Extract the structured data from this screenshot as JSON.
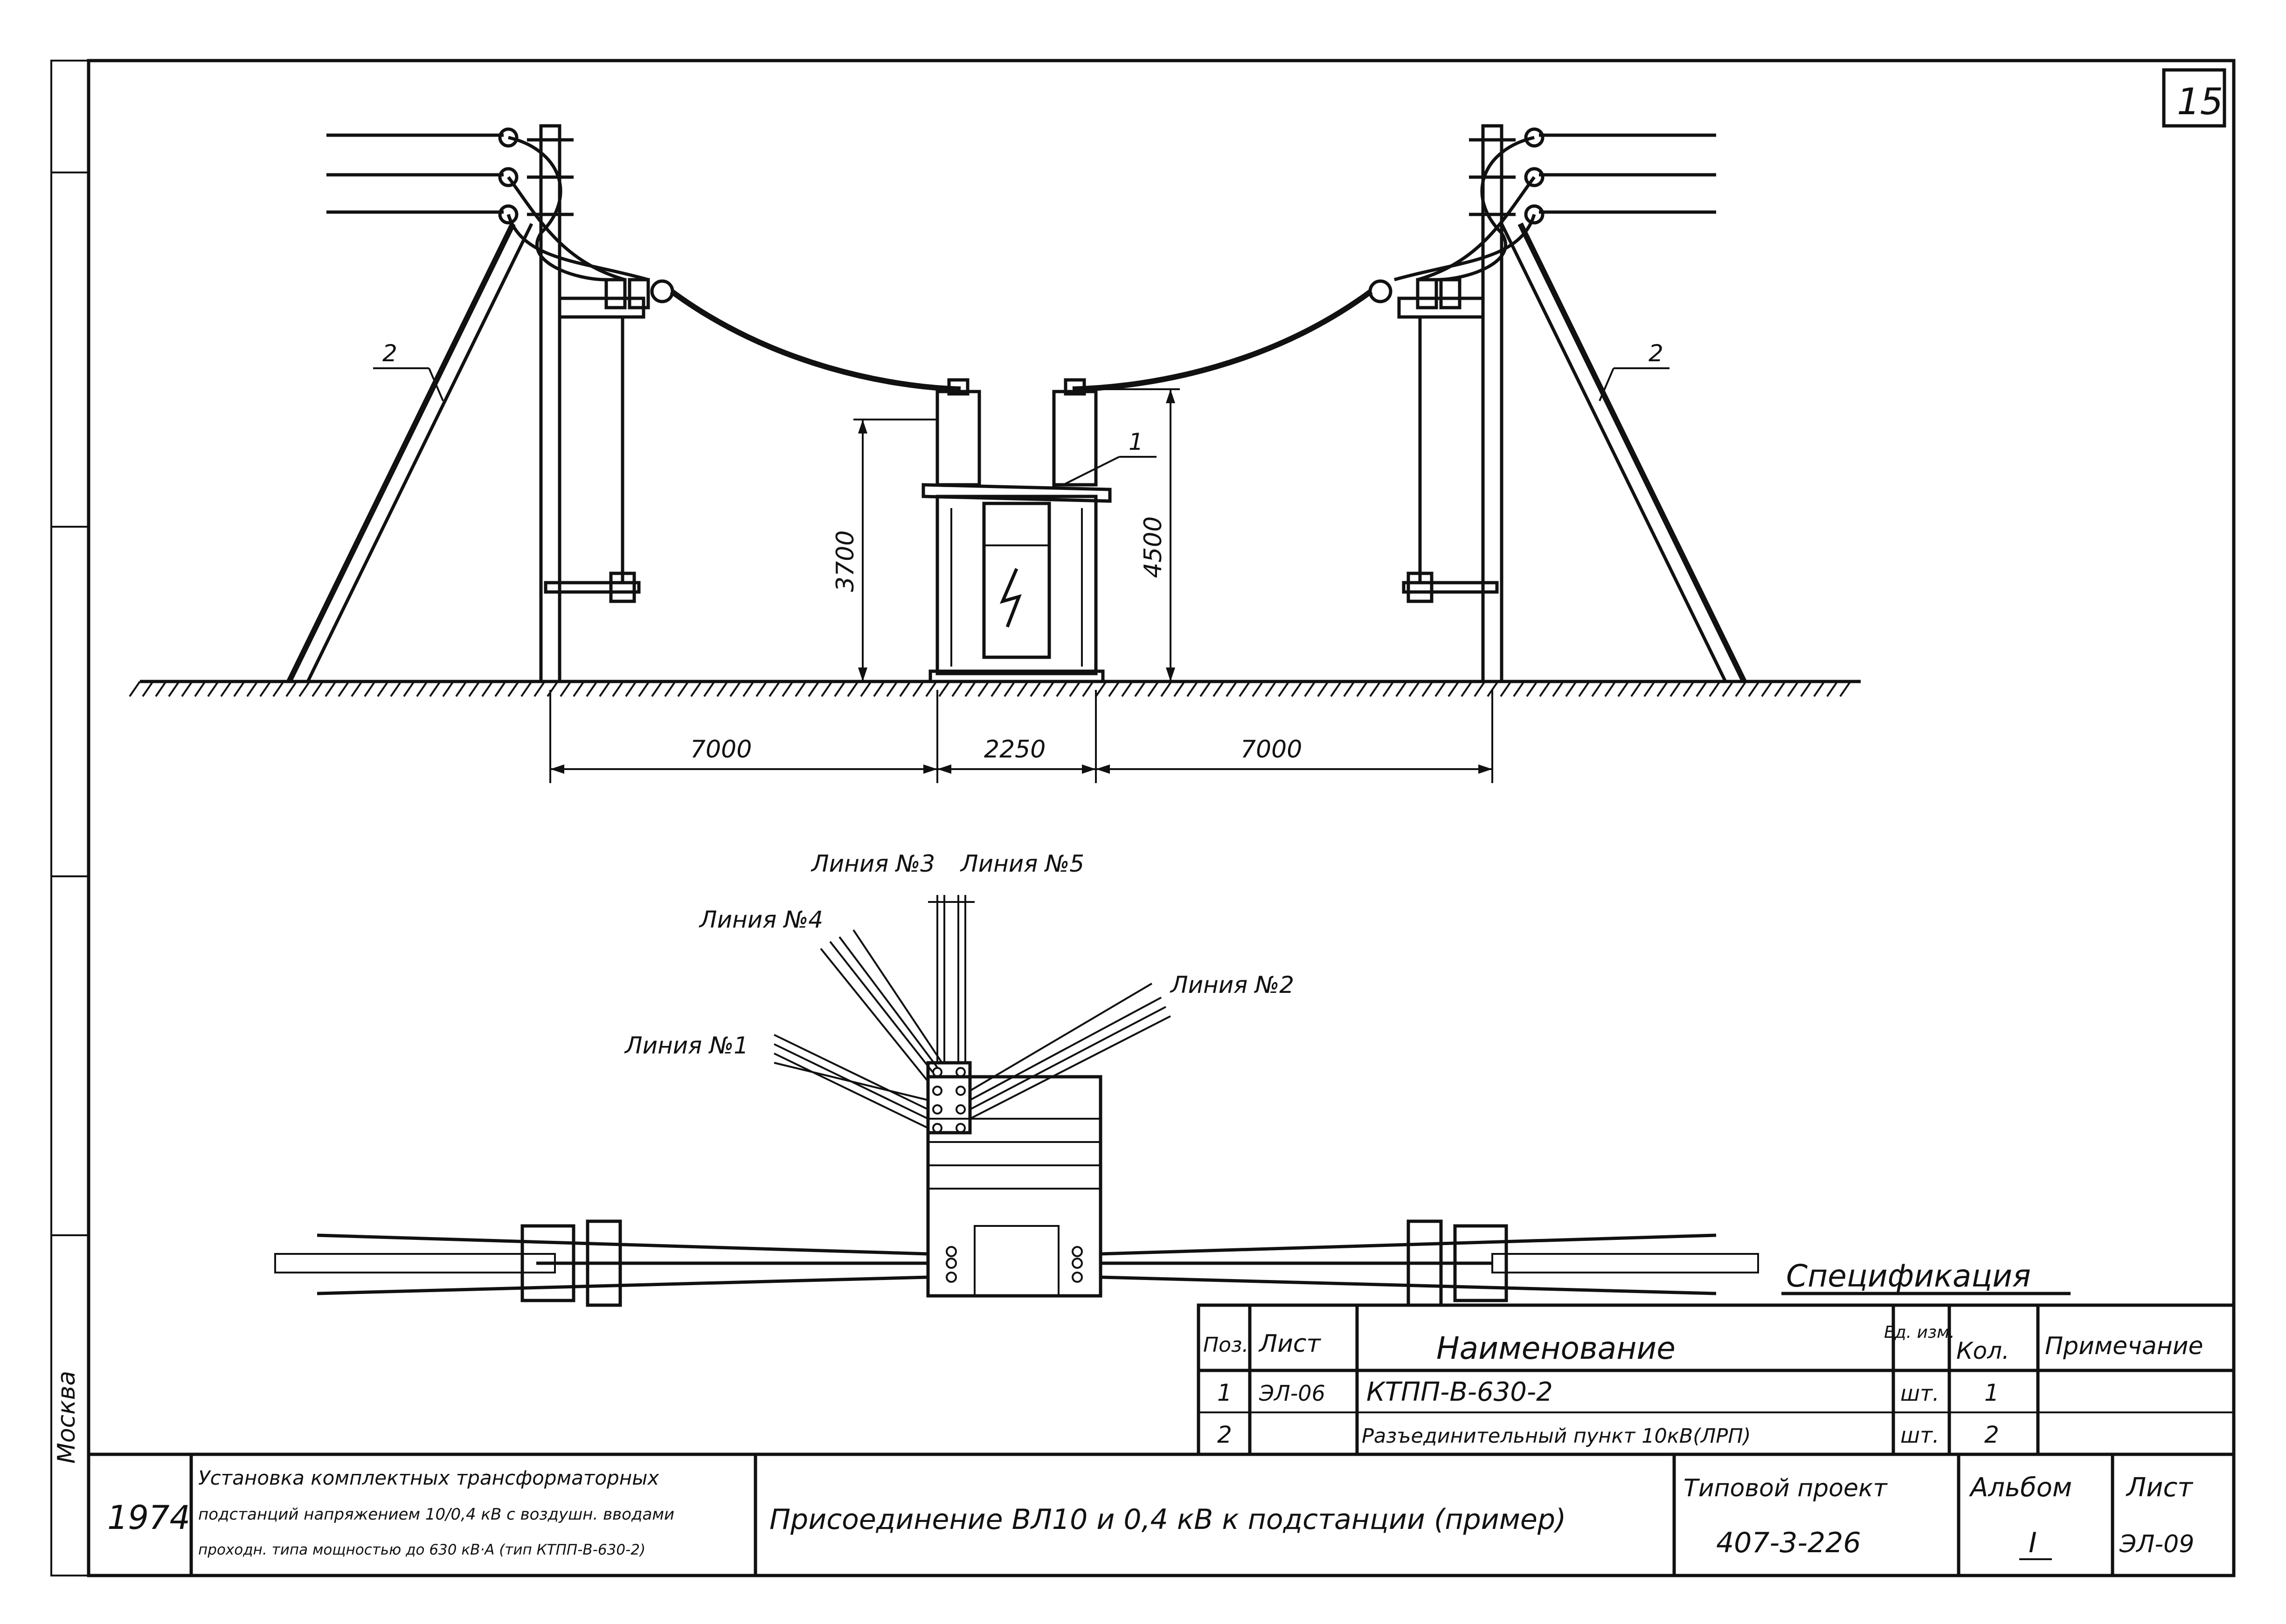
{
  "sheet": {
    "sheet_number": "15",
    "side_label": "Москва"
  },
  "elevation": {
    "dimensions": {
      "left_span": "7000",
      "middle_span": "2250",
      "right_span": "7000",
      "transformer_height": "3700",
      "cable_height": "4500"
    },
    "callouts": {
      "substation": "1",
      "left_pole": "2",
      "right_pole": "2"
    }
  },
  "plan": {
    "line_labels": {
      "line1": "Линия №1",
      "line2": "Линия №2",
      "line3": "Линия №3",
      "line4": "Линия №4",
      "line5": "Линия №5"
    }
  },
  "specification": {
    "title": "Спецификация",
    "headers": {
      "pos": "Поз.",
      "sheet": "Лист",
      "name": "Наименование",
      "unit": "Ед. изм.",
      "qty": "Кол.",
      "note": "Примечание"
    },
    "rows": [
      {
        "pos": "1",
        "sheet": "ЭЛ-06",
        "name": "КТПП-В-630-2",
        "unit": "шт.",
        "qty": "1",
        "note": ""
      },
      {
        "pos": "2",
        "sheet": "",
        "name": "Разъединительный пункт 10кВ(ЛРП)",
        "unit": "шт.",
        "qty": "2",
        "note": ""
      }
    ]
  },
  "title_block": {
    "year": "1974",
    "project_desc": [
      "Установка комплектных трансформаторных",
      "подстанций напряжением 10/0,4 кВ с воздушн. вводами",
      "проходн. типа мощностью до 630 кВ·А (тип КТПП-В-630-2)"
    ],
    "drawing_title": "Присоединение ВЛ10 и 0,4 кВ к подстанции (пример)",
    "typical_project_label": "Типовой проект",
    "typical_project_number": "407-3-226",
    "album_label": "Альбом",
    "album_number": "I",
    "sheet_label": "Лист",
    "sheet_code": "ЭЛ-09"
  }
}
